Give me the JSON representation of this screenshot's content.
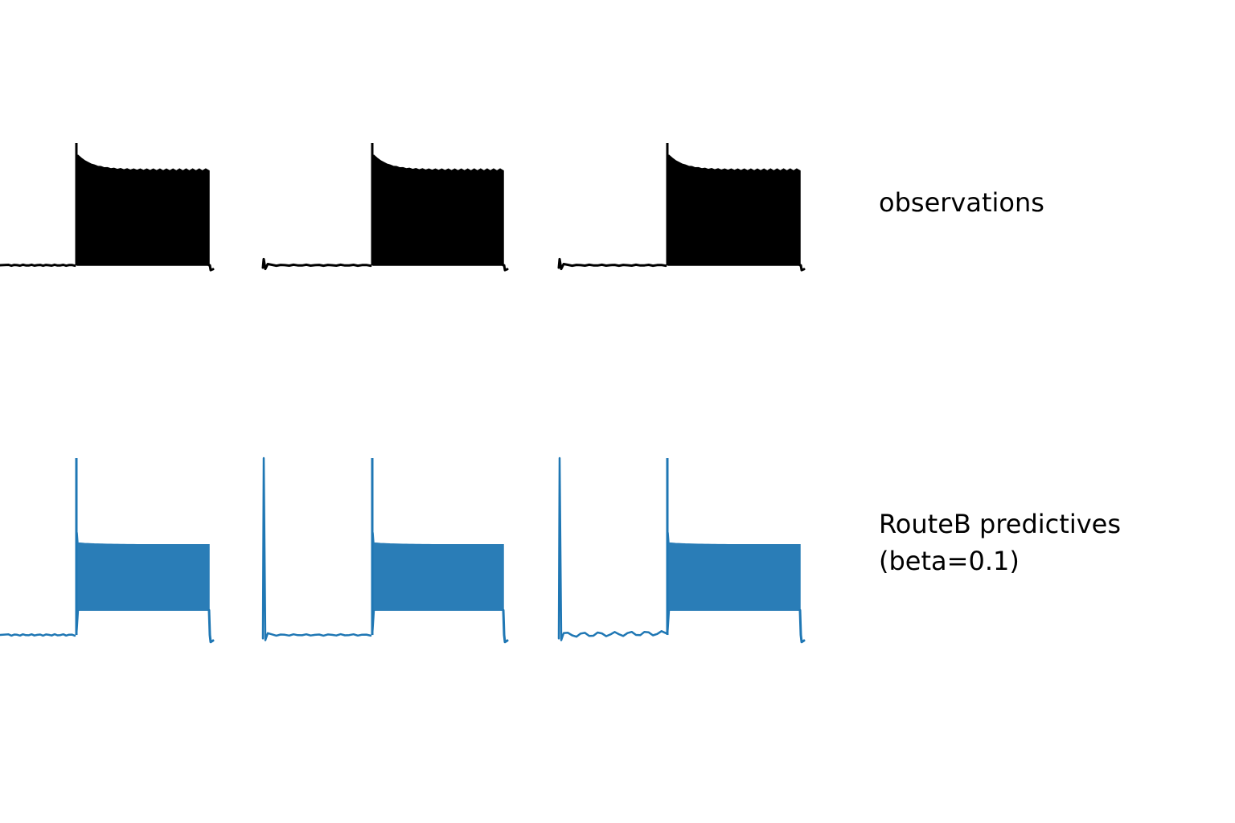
{
  "chart_data": {
    "type": "line",
    "rows": [
      {
        "label_lines": [
          "observations"
        ],
        "color": "#000000",
        "panels": [
          {
            "rest": 0.0,
            "pre_blip": 0.0,
            "spike": 1.0,
            "plateau": 0.78,
            "settle": 0.8,
            "osc_low": 0.0,
            "end_dip": -0.04
          },
          {
            "rest": 0.0,
            "pre_blip": 0.05,
            "spike": 1.0,
            "plateau": 0.78,
            "settle": 0.8,
            "osc_low": 0.0,
            "end_dip": -0.04
          },
          {
            "rest": 0.0,
            "pre_blip": 0.05,
            "spike": 1.0,
            "plateau": 0.78,
            "settle": 0.8,
            "osc_low": 0.0,
            "end_dip": -0.04
          }
        ]
      },
      {
        "label_lines": [
          "RouteB predictives",
          "(beta=0.1)"
        ],
        "color": "#1f77b4",
        "panels": [
          {
            "rest": 0.0,
            "pre_blip": 0.0,
            "spike": 1.0,
            "plateau": 0.51,
            "settle": 0.52,
            "osc_low": 0.14,
            "end_dip": -0.04
          },
          {
            "rest": 0.0,
            "pre_blip": 1.0,
            "spike": 1.0,
            "plateau": 0.51,
            "settle": 0.52,
            "osc_low": 0.14,
            "end_dip": -0.04
          },
          {
            "rest": 0.0,
            "pre_blip": 1.0,
            "spike": 1.0,
            "plateau": 0.51,
            "settle": 0.52,
            "osc_low": 0.14,
            "end_dip": -0.04
          }
        ]
      }
    ],
    "axes_visible": false,
    "grid": false,
    "legend": "none"
  }
}
